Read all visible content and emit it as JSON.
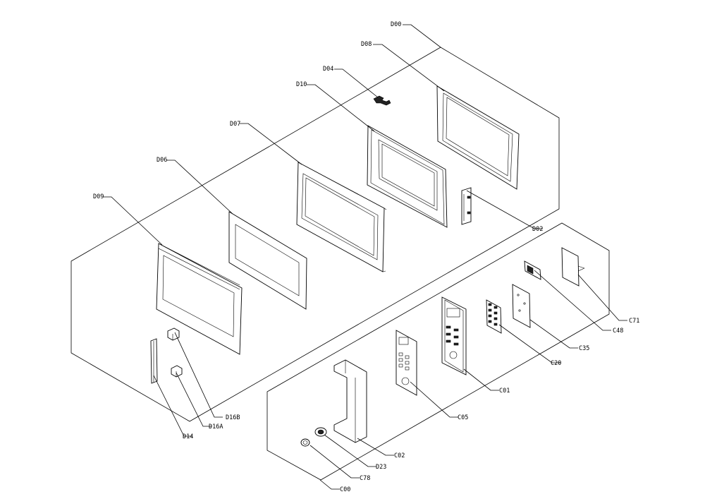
{
  "callouts": {
    "D00": "D00",
    "D08": "D08",
    "D04": "D04",
    "D10": "D10",
    "D07": "D07",
    "D06": "D06",
    "D09": "D09",
    "D02": "D02",
    "D16B": "D16B",
    "D16A": "D16A",
    "D14": "D14",
    "C71": "C71",
    "C48": "C48",
    "C35": "C35",
    "C20": "C20",
    "C01": "C01",
    "C05": "C05",
    "C02": "C02",
    "D23": "D23",
    "C78": "C78",
    "C00": "C00"
  },
  "colors": {
    "line": "#000000",
    "background": "#ffffff"
  }
}
